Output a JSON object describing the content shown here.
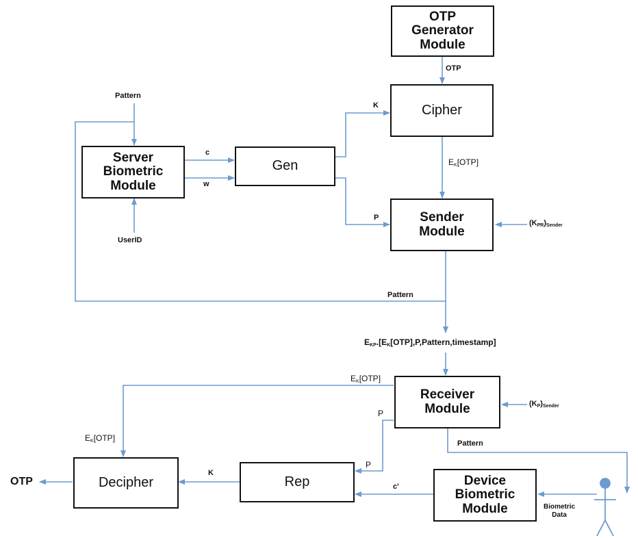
{
  "boxes": {
    "otp_generator": [
      "OTP",
      "Generator",
      "Module"
    ],
    "cipher": "Cipher",
    "server_biometric": [
      "Server",
      "Biometric",
      "Module"
    ],
    "gen": "Gen",
    "sender": [
      "Sender",
      "Module"
    ],
    "receiver": [
      "Receiver",
      "Module"
    ],
    "decipher": "Decipher",
    "rep": "Rep",
    "device_biometric": [
      "Device",
      "Biometric",
      "Module"
    ]
  },
  "labels": {
    "otp_gen_out": "OTP",
    "pattern_top": "Pattern",
    "userid": "UserID",
    "c": "c",
    "w": "w",
    "k_cipher": "K",
    "p_sender": "P",
    "ek_otp_main": "E",
    "ek_otp_sub": "K",
    "ek_otp_rest": "[OTP]",
    "kpr_open": "(K",
    "kpr_sub1": "PR",
    "kpr_close": ")",
    "kpr_sub2": "Sender",
    "pattern_mid": "Pattern",
    "message_e": "E",
    "message_sub1": "KP",
    "message_mid": ".[E",
    "message_sub2": "K",
    "message_rest": "[OTP],P,Pattern,timestamp]",
    "ek_otp_recv_main": "E",
    "ek_otp_recv_sub": "K",
    "ek_otp_recv_rest": "[OTP]",
    "p_recv": "P",
    "kp_open": "(K",
    "kp_sub1": "P",
    "kp_close": ")",
    "kp_sub2": "Sender",
    "ek_otp_left_main": "E",
    "ek_otp_left_sub": "K",
    "ek_otp_left_rest": "[OTP]",
    "pattern_recv": "Pattern",
    "p_rep": "P",
    "k_rep": "K",
    "c_prime": "c'",
    "biometric_data": [
      "Biometric",
      "Data"
    ],
    "otp_out": "OTP"
  },
  "colors": {
    "arrow": "#6b9bcf",
    "box_border": "#111111",
    "person": "#6b9bcf"
  }
}
